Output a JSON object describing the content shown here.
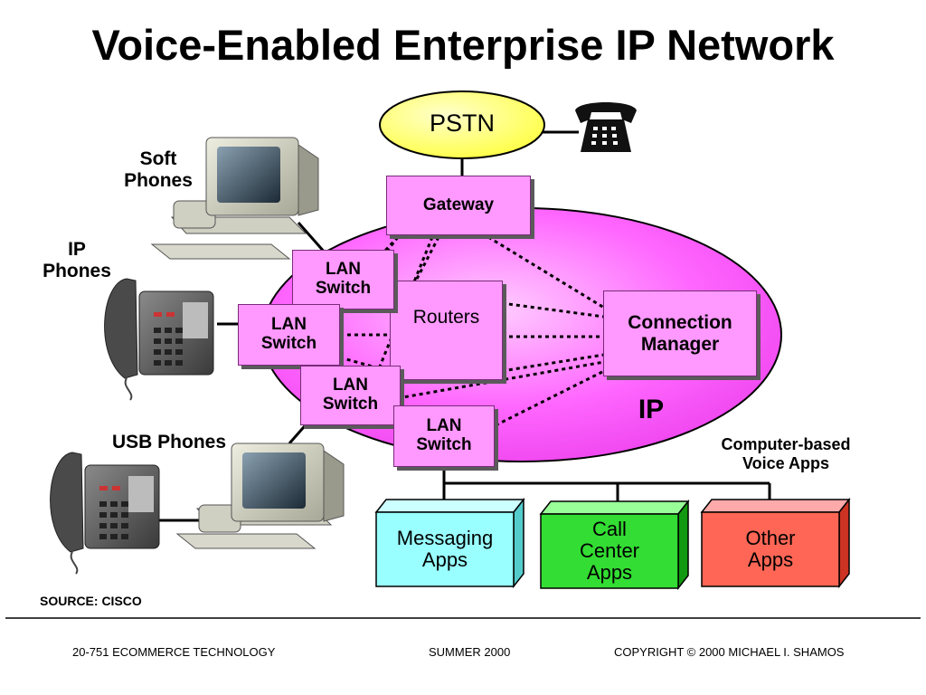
{
  "title": "Voice-Enabled Enterprise IP Network",
  "nodes": {
    "pstn": "PSTN",
    "gateway": "Gateway",
    "routers": "Routers",
    "connection_manager": "Connection\nManager",
    "ip_cloud": "IP",
    "lan_switch_1": "LAN\nSwitch",
    "lan_switch_2": "LAN\nSwitch",
    "lan_switch_3": "LAN\nSwitch",
    "lan_switch_4": "LAN\nSwitch"
  },
  "endpoints": {
    "soft_phones": "Soft\nPhones",
    "ip_phones": "IP\nPhones",
    "usb_phones": "USB Phones"
  },
  "apps": {
    "group_label": "Computer-based\nVoice Apps",
    "messaging": "Messaging\nApps",
    "call_center": "Call\nCenter\nApps",
    "other": "Other\nApps"
  },
  "source": "SOURCE: CISCO",
  "footer": {
    "course": "20-751 ECOMMERCE TECHNOLOGY",
    "term": "SUMMER 2000",
    "copyright": "COPYRIGHT © 2000 MICHAEL I. SHAMOS"
  },
  "colors": {
    "ip_cloud": "#ff66ff",
    "box": "#ff99ff",
    "pstn": "#ffff66",
    "messaging": "#99ffff",
    "call_center": "#33dd33",
    "other": "#ff6655"
  },
  "icons": [
    "telephone-icon",
    "desktop-computer-icon",
    "ip-phone-icon"
  ]
}
